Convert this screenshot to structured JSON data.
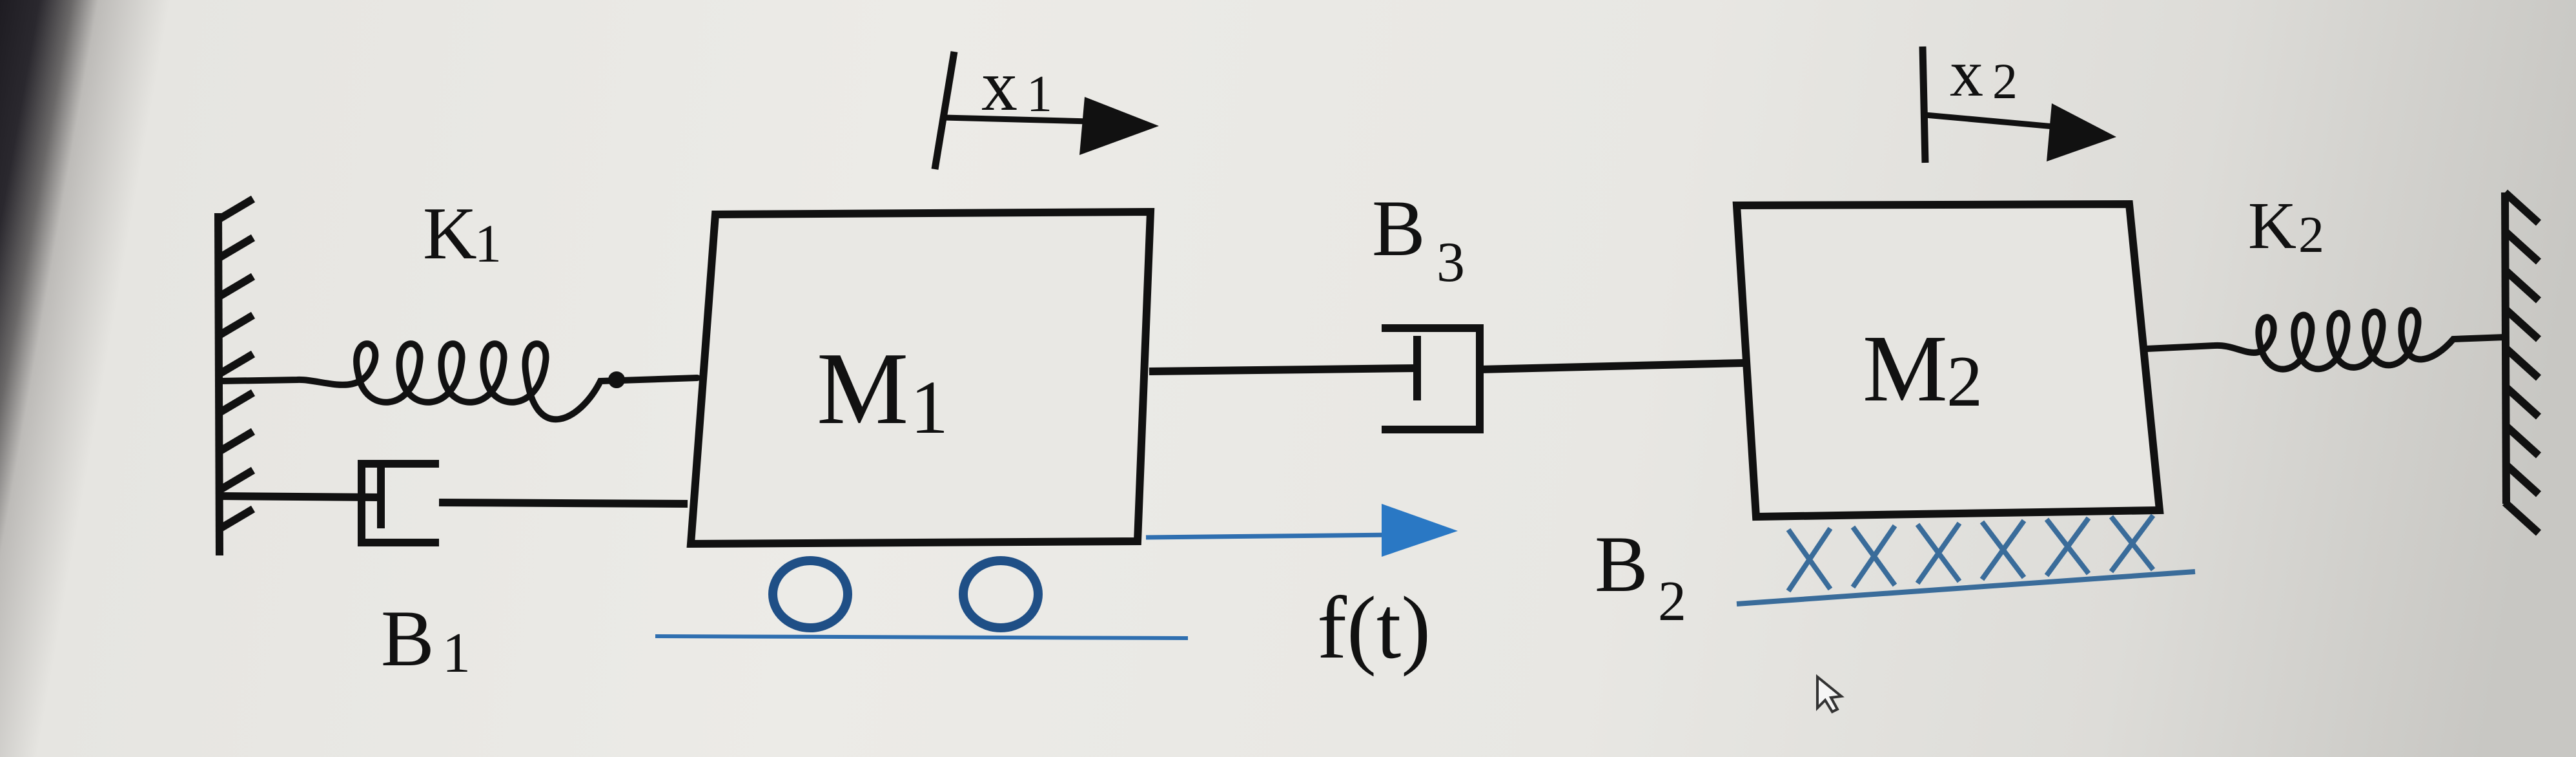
{
  "labels": {
    "x1_main": "x",
    "x1_sub": "1",
    "x2_main": "x",
    "x2_sub": "2",
    "k1_main": "K",
    "k1_sub": "1",
    "k2_main": "K",
    "k2_sub": "2",
    "b1_main": "B",
    "b1_sub": "1",
    "b2_main": "B",
    "b2_sub": "2",
    "b3_main": "B",
    "b3_sub": "3",
    "m1_main": "M",
    "m1_sub": "1",
    "m2_main": "M",
    "m2_sub": "2",
    "force": "f(t)"
  },
  "colors": {
    "ink": "#111111",
    "accent_blue": "#2f6fb0",
    "friction_hatch": "#3a6c9a",
    "paper": "#ecebe7"
  }
}
